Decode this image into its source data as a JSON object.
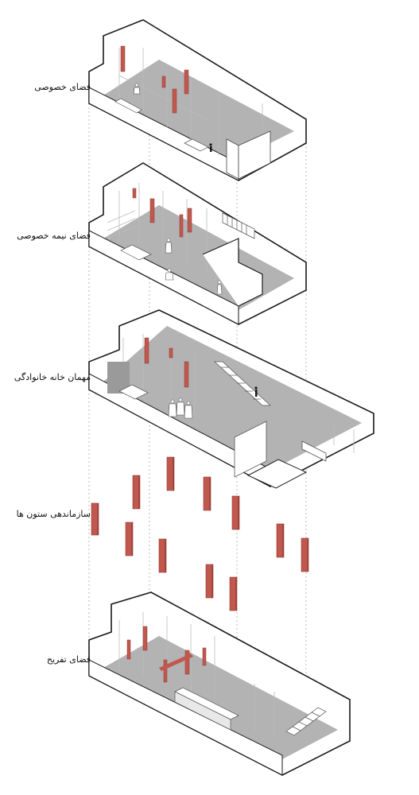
{
  "floors": [
    {
      "label": "فضای خصوصی"
    },
    {
      "label": "فضای نیمه خصوصی"
    },
    {
      "label": "مهمان خانه خانوادگی"
    },
    {
      "label": "سازماندهی ستون ها"
    },
    {
      "label": "فضای تفریح"
    }
  ],
  "colors": {
    "column": "#c0584e",
    "column_dark": "#8f3a33",
    "floor_gray": "#b3b3b3",
    "wall": "#ffffff",
    "outline": "#1a1a1a",
    "guide": "#9a9a9a"
  },
  "icons": [
    "person-figure",
    "column-block",
    "staircase"
  ]
}
